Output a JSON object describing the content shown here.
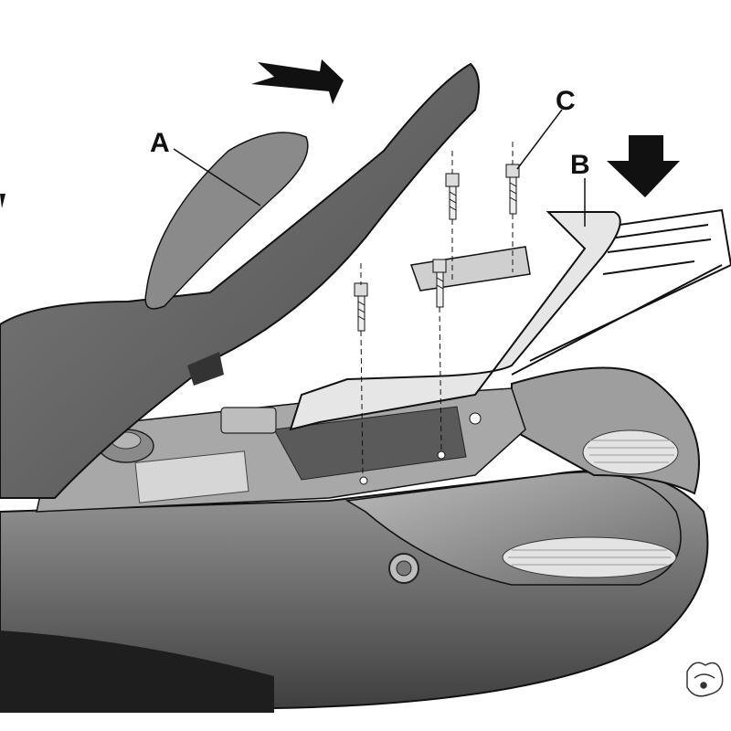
{
  "diagram": {
    "labels": {
      "a": "A",
      "b": "B",
      "c": "C"
    },
    "parts": {
      "a": "seat",
      "b": "rack-plate",
      "c": "bolt"
    },
    "bolt_count": 4,
    "colors": {
      "body_dark": "#5e5e5e",
      "body_mid": "#8a8a8a",
      "body_light": "#c2c2c2",
      "seat": "#6b6b6b",
      "plate": "#e6e6e6",
      "ink": "#111111",
      "background": "#ffffff"
    }
  }
}
